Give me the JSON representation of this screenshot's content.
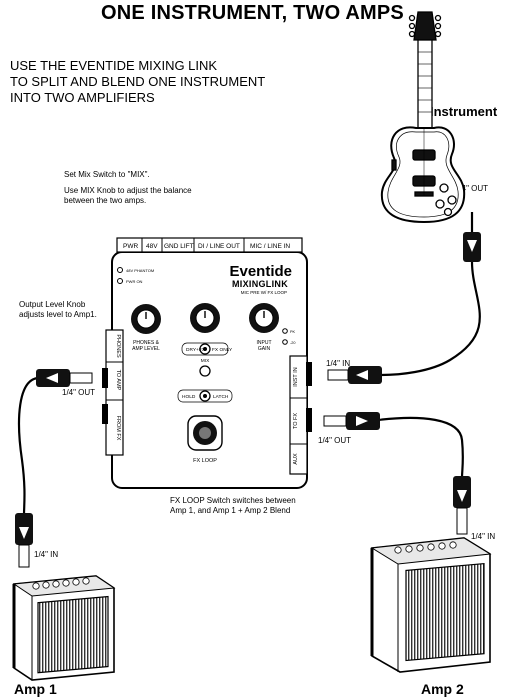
{
  "title": "ONE INSTRUMENT, TWO AMPS",
  "intro": [
    "USE THE EVENTIDE MIXING LINK",
    "TO SPLIT AND BLEND ONE INSTRUMENT",
    "INTO TWO AMPLIFIERS"
  ],
  "instrument_label": "Instrument",
  "notes": {
    "mix_switch": "Set Mix Switch to \"MIX\".",
    "mix_knob_1": "Use MIX Knob to adjust the balance",
    "mix_knob_2": "between the two amps.",
    "output_level_1": "Output Level Knob",
    "output_level_2": "adjusts level to Amp1.",
    "fx_loop_1": "FX LOOP Switch switches between",
    "fx_loop_2": "Amp 1, and Amp 1 + Amp 2 Blend"
  },
  "cable_labels": {
    "guitar_out": "1/4\" OUT",
    "inst_in": "1/4\" IN",
    "to_amp_out": "1/4\" OUT",
    "to_fx_out": "1/4\" OUT",
    "amp1_in": "1/4\" IN",
    "amp2_in": "1/4\" IN"
  },
  "pedal": {
    "top_jacks": [
      "PWR",
      "48V",
      "GND LIFT",
      "DI / LINE OUT",
      "MIC / LINE IN"
    ],
    "led_48v": "48V PHANTOM",
    "led_pwr": "PWR ON",
    "brand": "Eventide",
    "product": "MIXINGLINK",
    "subtitle": "MIC PRE W/ FX LOOP",
    "knob_phones": "PHONES &",
    "knob_phones_2": "AMP LEVEL",
    "knob_input": "INPUT",
    "knob_input_2": "GAIN",
    "switch_dry": "DRY+FX",
    "switch_fxonly": "FX ONLY",
    "switch_mix": "MIX",
    "switch_hold": "HOLD",
    "switch_latch": "LATCH",
    "footswitch": "FX LOOP",
    "pad_1": "PK",
    "pad_2": "-20",
    "left_jacks": [
      "PHONES",
      "TO AMP",
      "FROM FX"
    ],
    "right_jacks": [
      "INST IN",
      "TO FX",
      "AUX"
    ]
  },
  "amp1_label": "Amp 1",
  "amp2_label": "Amp 2"
}
